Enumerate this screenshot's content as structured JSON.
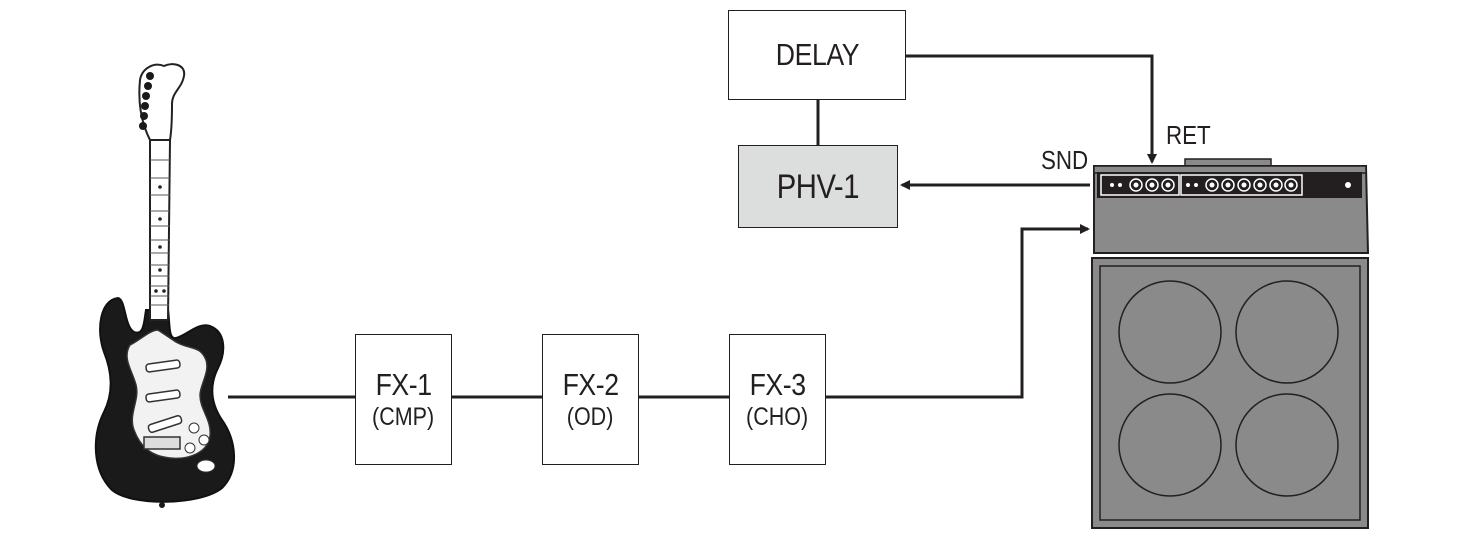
{
  "delay": {
    "label": "DELAY"
  },
  "phv1": {
    "label": "PHV-1",
    "fill": "#dcdddd"
  },
  "fx1": {
    "label": "FX-1",
    "sub": "(CMP)"
  },
  "fx2": {
    "label": "FX-2",
    "sub": "(OD)"
  },
  "fx3": {
    "label": "FX-3",
    "sub": "(CHO)"
  },
  "snd_label": "SND",
  "ret_label": "RET",
  "colors": {
    "line": "#231f20",
    "amp_body": "#8a8a8a",
    "amp_dark": "#231f20",
    "box_fill": "#ffffff"
  }
}
